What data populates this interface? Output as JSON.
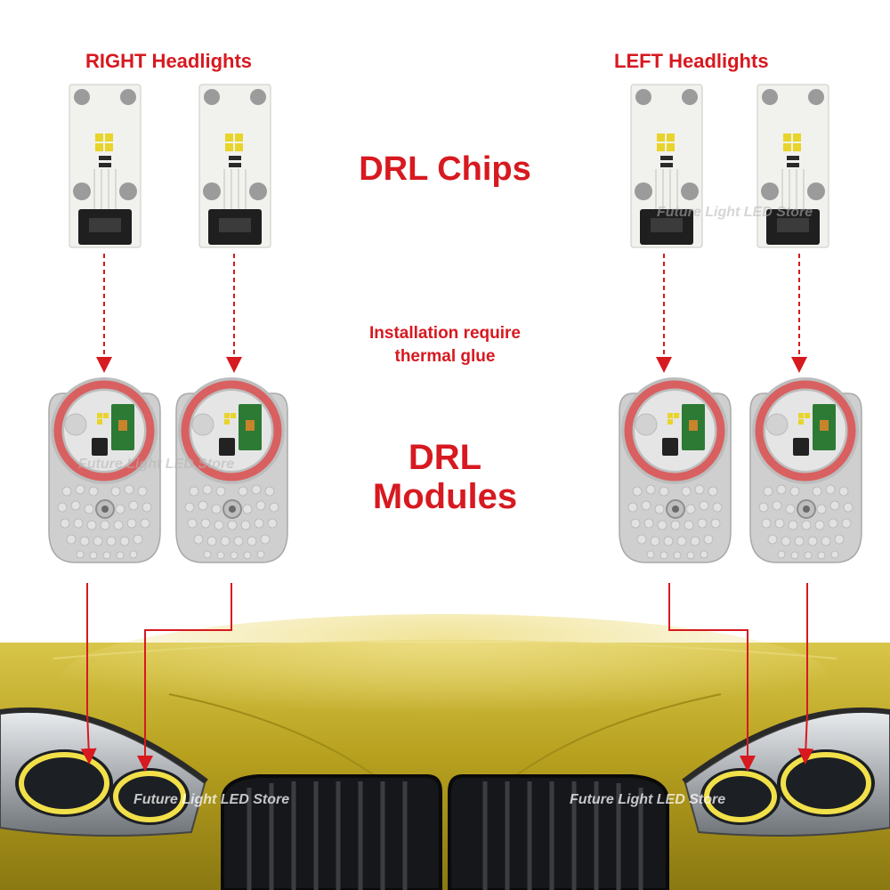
{
  "labels": {
    "right_headlights": "RIGHT Headlights",
    "left_headlights": "LEFT Headlights",
    "drl_chips": "DRL Chips",
    "installation_line1": "Installation require",
    "installation_line2": "thermal glue",
    "drl_modules_line1": "DRL",
    "drl_modules_line2": "Modules"
  },
  "watermark": "Future Light LED Store",
  "colors": {
    "accent": "#d71920",
    "car_paint": "#c9b02a",
    "led_yellow": "#f2e04a",
    "board_white": "#f1f1ee",
    "module_gray": "#cfcfcf"
  },
  "icons": [
    "led-chip-board",
    "drl-module",
    "car-headlight",
    "kidney-grille"
  ]
}
